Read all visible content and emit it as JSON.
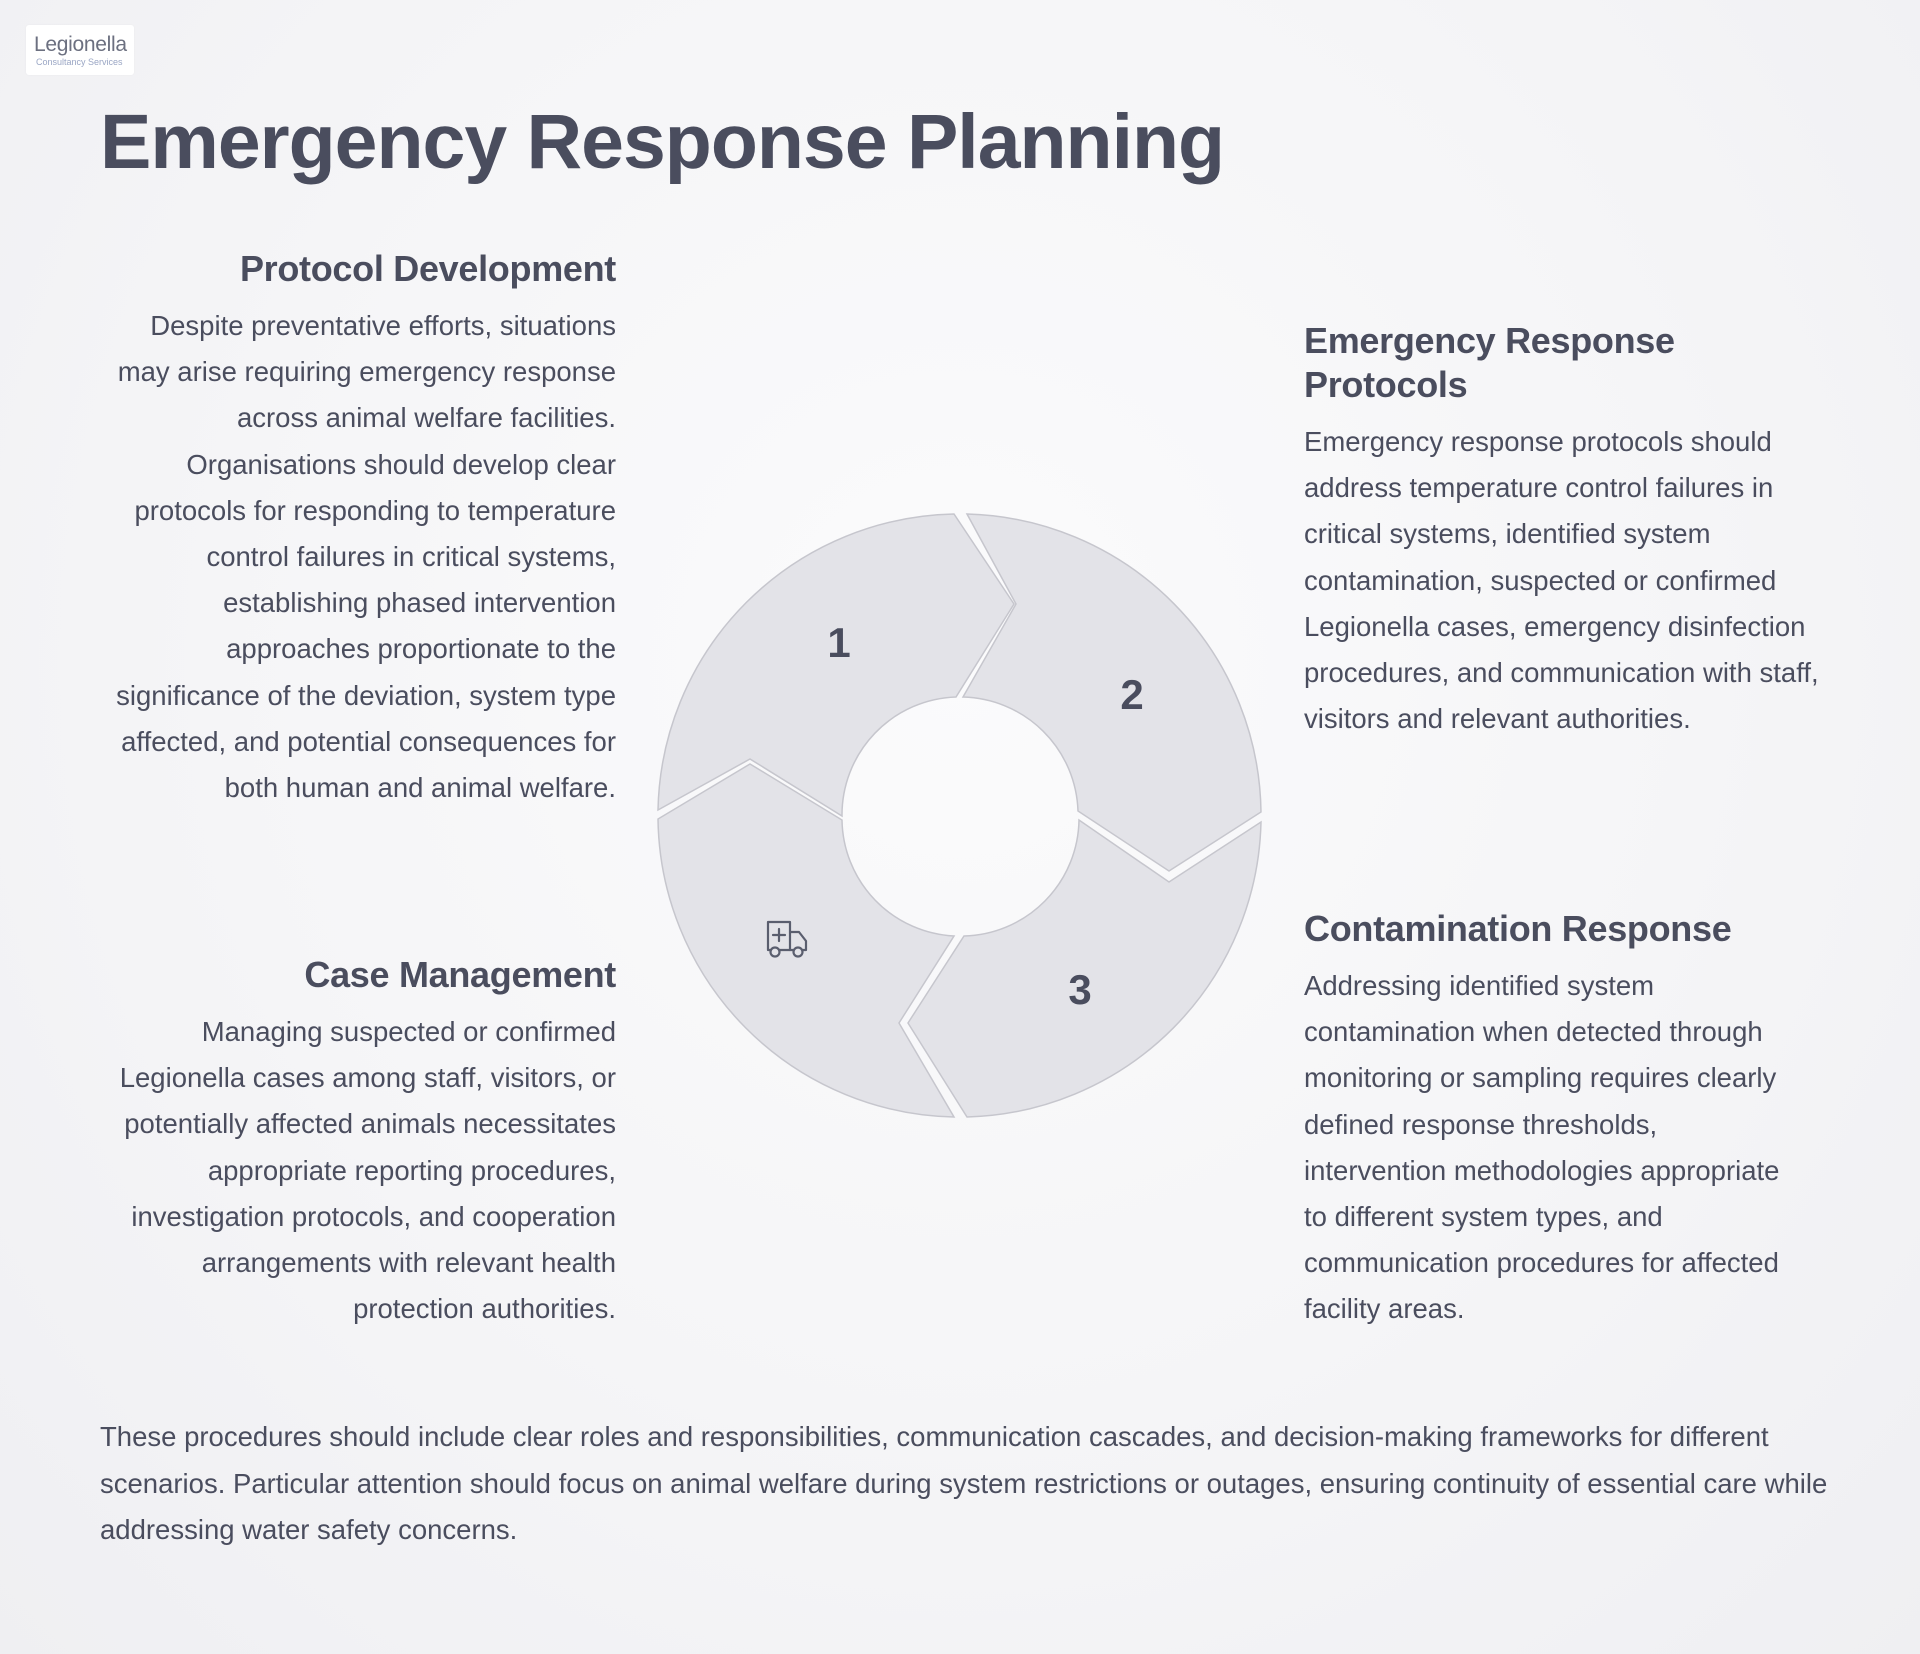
{
  "logo": {
    "name": "Legionella",
    "tagline": "Consultancy Services"
  },
  "title": "Emergency Response Planning",
  "sections": {
    "protocol_development": {
      "heading": "Protocol Development",
      "body": "Despite preventative efforts, situations may arise requiring emergency response across animal welfare facilities. Organisations should develop clear protocols for responding to temperature control failures in critical systems, establishing phased intervention approaches proportionate to the significance of the deviation, system type affected, and potential consequences for both human and animal welfare."
    },
    "emergency_response_protocols": {
      "heading": "Emergency Response Protocols",
      "body": "Emergency response protocols should address temperature control failures in critical systems, identified system contamination, suspected or confirmed Legionella cases, emergency disinfection procedures, and communication with staff, visitors and relevant authorities."
    },
    "contamination_response": {
      "heading": "Contamination Response",
      "body": "Addressing identified system contamination when detected through monitoring or sampling requires clearly defined response thresholds, intervention methodologies appropriate to different system types, and communication procedures for affected facility areas."
    },
    "case_management": {
      "heading": "Case Management",
      "body": "Managing suspected or confirmed Legionella cases among staff, visitors, or potentially affected animals necessitates appropriate reporting procedures, investigation protocols, and cooperation arrangements with relevant health protection authorities."
    }
  },
  "cycle": {
    "segments": [
      {
        "label": "1"
      },
      {
        "label": "2"
      },
      {
        "label": "3"
      },
      {
        "label": "",
        "icon": "ambulance-icon"
      }
    ]
  },
  "footer": "These procedures should include clear roles and responsibilities, communication cascades, and decision-making frameworks for different scenarios. Particular attention should focus on animal welfare during system restrictions or outages, ensuring continuity of essential care while addressing water safety concerns."
}
